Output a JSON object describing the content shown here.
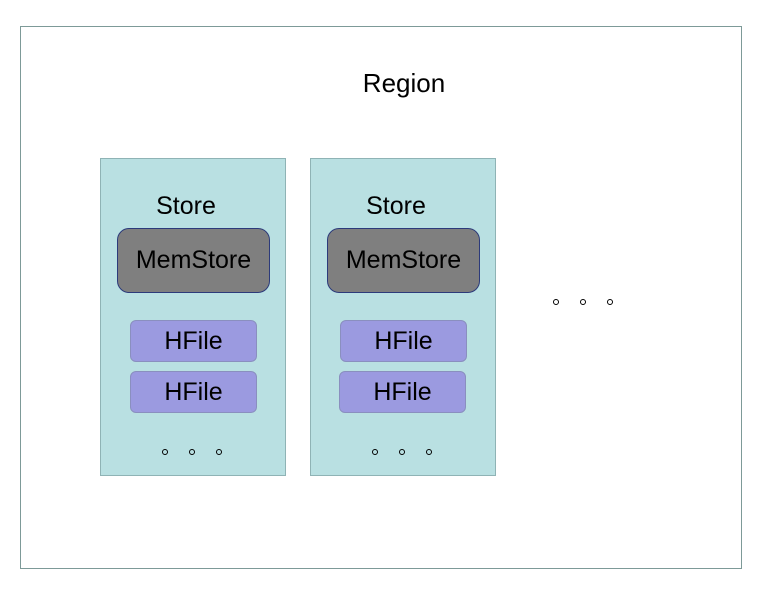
{
  "region": {
    "title": "Region"
  },
  "stores": [
    {
      "title": "Store",
      "memstore": "MemStore",
      "hfiles": [
        "HFile",
        "HFile"
      ]
    },
    {
      "title": "Store",
      "memstore": "MemStore",
      "hfiles": [
        "HFile",
        "HFile"
      ]
    }
  ],
  "colors": {
    "store_fill": "#b9e0e2",
    "memstore_fill": "#7f7f7f",
    "memstore_border": "#2c3a7a",
    "hfile_fill": "#9b9ae0",
    "region_border": "#7d9a98"
  },
  "continuation_glyph": "ellipsis-dots"
}
